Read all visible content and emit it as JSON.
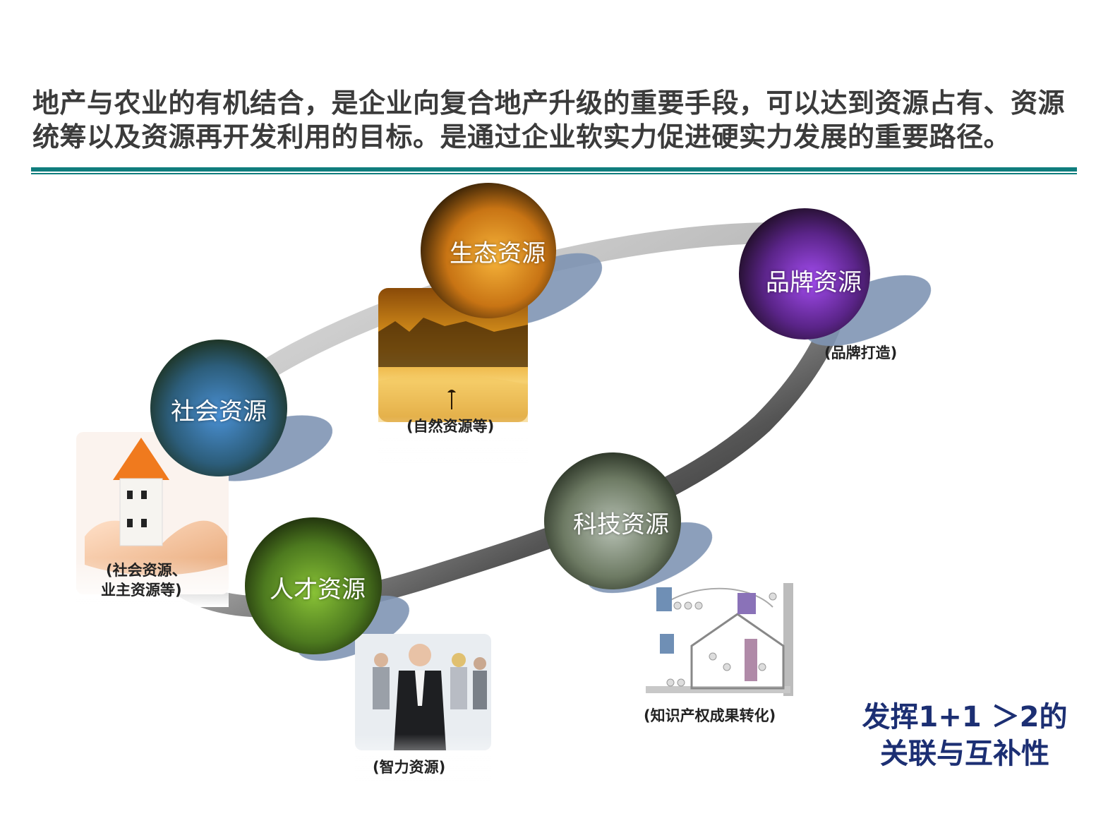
{
  "headline": {
    "line1": "地产与农业的有机结合，是企业向复合地产升级的重要手段，可以达到资源占有、资源",
    "line2": "统筹以及资源再开发利用的目标。是通过企业软实力促进硬实力发展的重要路径。"
  },
  "nodes": [
    {
      "id": "ecology",
      "label": "生态资源",
      "color": "#f0a021",
      "icon": "sunset-photo"
    },
    {
      "id": "brand",
      "label": "品牌资源",
      "color": "#8e3bd6",
      "icon": ""
    },
    {
      "id": "social",
      "label": "社会资源",
      "color": "#3f86c9",
      "icon": "house-in-hands-photo"
    },
    {
      "id": "tech",
      "label": "科技资源",
      "color": "#9aa69a",
      "icon": "smart-home-diagram"
    },
    {
      "id": "talent",
      "label": "人才资源",
      "color": "#6fa12a",
      "icon": "business-people-photo"
    }
  ],
  "captions": {
    "ecology": "(自然资源等)",
    "brand": "(品牌打造)",
    "social_line1": "(社会资源、",
    "social_line2": "业主资源等)",
    "tech": "(知识产权成果转化)",
    "talent": "(智力资源)"
  },
  "conclusion": {
    "line1": "发挥1+1 ＞2的",
    "line2": "关联与互补性"
  },
  "colors": {
    "accent_rule": "#0f7d7d",
    "headline_text": "#3b3b3b",
    "conclusion_text": "#1c2f73",
    "ring_light": "#c8c8c8",
    "ring_dark": "#1a1a1a"
  }
}
